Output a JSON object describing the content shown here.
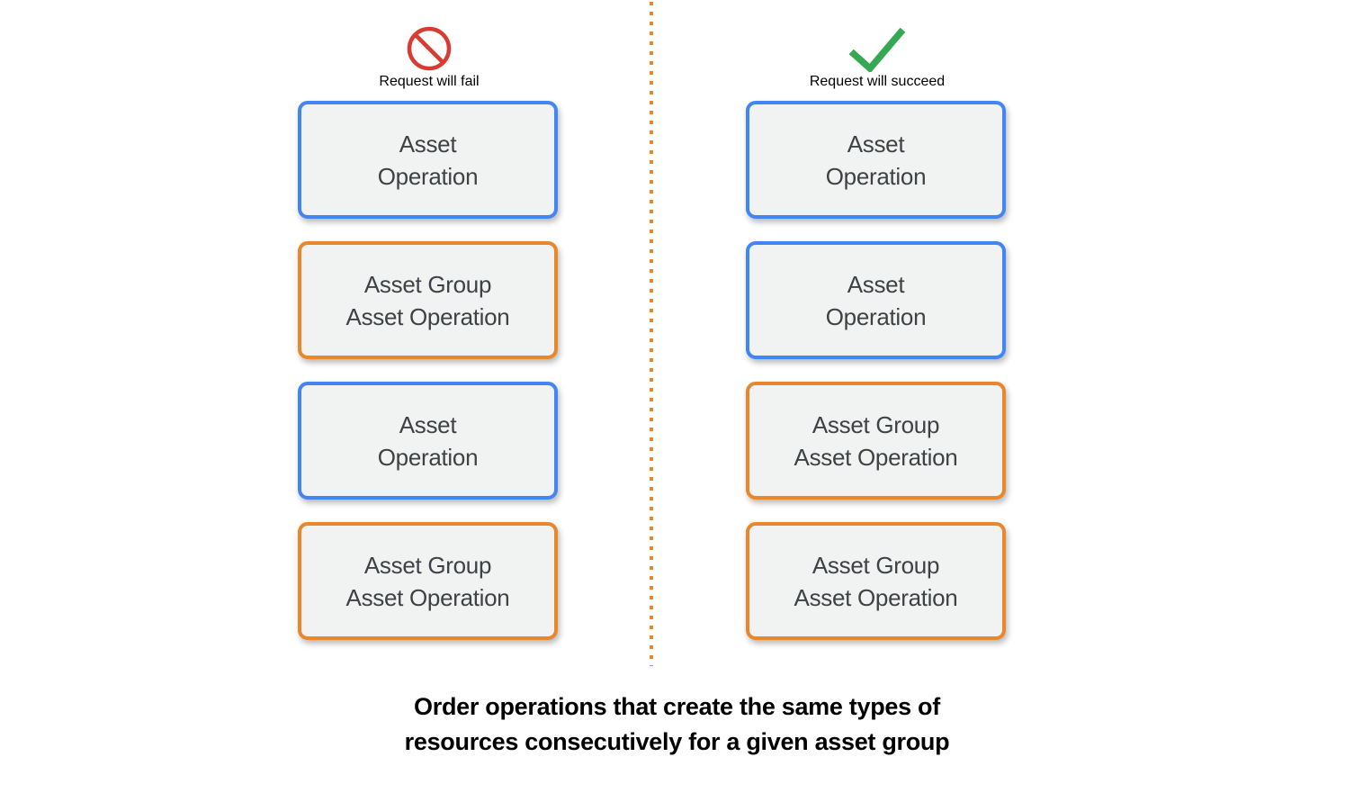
{
  "colors": {
    "accent_blue": "#4285f4",
    "accent_orange": "#e8872b",
    "fail_icon": "#d93b33",
    "success_icon": "#34a853",
    "box_fill": "#f1f2f2",
    "box_text": "#3f4245",
    "divider": "#e8872b",
    "background": "#ffffff"
  },
  "columns": [
    {
      "id": "fail",
      "icon_name": "prohibition-icon",
      "header": "Request will fail",
      "boxes": [
        {
          "label": "Asset\nOperation",
          "accent": "blue",
          "accent_color": "#4285f4"
        },
        {
          "label": "Asset Group\nAsset Operation",
          "accent": "orange",
          "accent_color": "#e8872b"
        },
        {
          "label": "Asset\nOperation",
          "accent": "blue",
          "accent_color": "#4285f4"
        },
        {
          "label": "Asset Group\nAsset Operation",
          "accent": "orange",
          "accent_color": "#e8872b"
        }
      ]
    },
    {
      "id": "succeed",
      "icon_name": "checkmark-icon",
      "header": "Request will succeed",
      "boxes": [
        {
          "label": "Asset\nOperation",
          "accent": "blue",
          "accent_color": "#4285f4"
        },
        {
          "label": "Asset\nOperation",
          "accent": "blue",
          "accent_color": "#4285f4"
        },
        {
          "label": "Asset Group\nAsset Operation",
          "accent": "orange",
          "accent_color": "#e8872b"
        },
        {
          "label": "Asset Group\nAsset Operation",
          "accent": "orange",
          "accent_color": "#e8872b"
        }
      ]
    }
  ],
  "divider": {
    "style": "dotted-vertical",
    "color": "#e8872b"
  },
  "caption": "Order operations that create the same types of\nresources consecutively for a given asset group"
}
